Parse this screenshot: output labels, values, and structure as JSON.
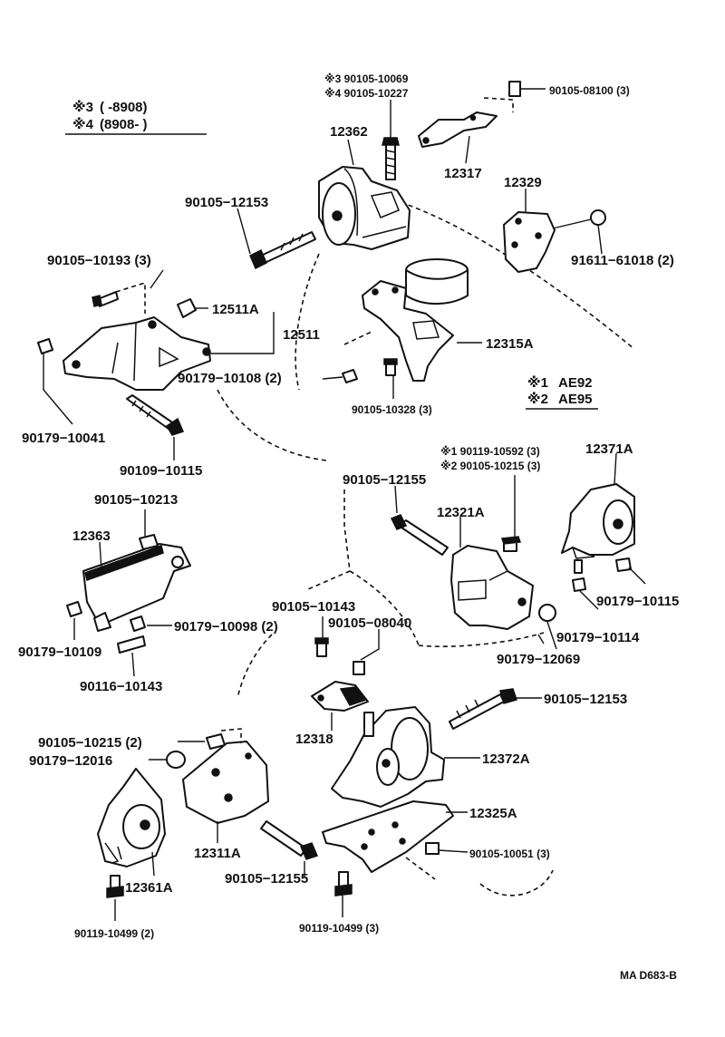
{
  "legend_years": {
    "l1_mark": "※3",
    "l1_text": "(      -8908)",
    "l2_mark": "※4",
    "l2_text": "(8908-        )"
  },
  "legend_models": {
    "l1_mark": "※1",
    "l1_text": "AE92",
    "l2_mark": "※2",
    "l2_text": "AE95"
  },
  "labels": {
    "p90105_10069": "※3 90105-10069",
    "p90105_10227": "※4 90105-10227",
    "p90105_08100": "90105-08100 (3)",
    "p12362": "12362",
    "p12317": "12317",
    "p12329": "12329",
    "p90105_12153_top": "90105−12153",
    "p91611_61018": "91611−61018 (2)",
    "p90105_10193": "90105−10193 (3)",
    "p12511A": "12511A",
    "p12511": "12511",
    "p12315A": "12315A",
    "p90179_10108": "90179−10108 (2)",
    "p90105_10328": "90105-10328 (3)",
    "p90179_10041": "90179−10041",
    "p90109_10115": "90109−10115",
    "p90119_10592": "※1 90119-10592 (3)",
    "p90105_10215_m": "※2 90105-10215 (3)",
    "p12371A": "12371A",
    "p90105_12155_top": "90105−12155",
    "p12321A": "12321A",
    "p90105_10213": "90105−10213",
    "p12363": "12363",
    "p90105_10143": "90105−10143",
    "p90105_08040": "90105−08040",
    "p90179_10115": "90179−10115",
    "p90179_10114": "90179−10114",
    "p90179_10098": "90179−10098 (2)",
    "p90179_10109": "90179−10109",
    "p90179_12069": "90179−12069",
    "p90116_10143": "90116−10143",
    "p90105_12153_bot": "90105−12153",
    "p90105_10215_2": "90105−10215 (2)",
    "p90179_12016": "90179−12016",
    "p12318": "12318",
    "p12372A": "12372A",
    "p12325A": "12325A",
    "p90105_10051": "90105-10051 (3)",
    "p12311A": "12311A",
    "p90105_12155_bot": "90105−12155",
    "p12361A": "12361A",
    "p90119_10499_l": "90119-10499 (2)",
    "p90119_10499_r": "90119-10499 (3)",
    "diagram_code": "MA D683-B"
  }
}
